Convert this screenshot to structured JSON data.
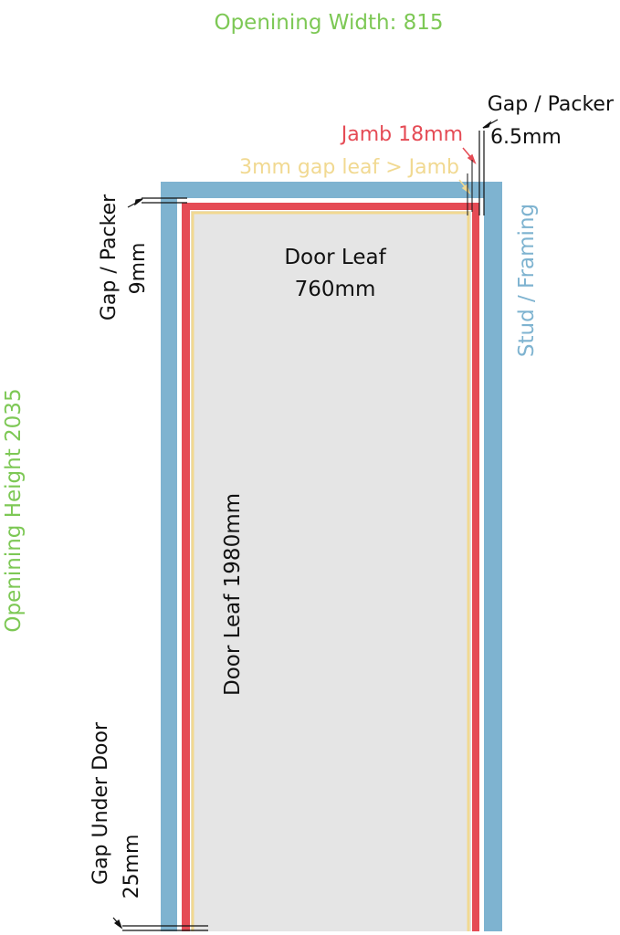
{
  "colors": {
    "opening": "#7dc855",
    "stud": "#7eb3d0",
    "jamb": "#e54b55",
    "gap_leaf": "#f1d991",
    "door": "#e5e5e5",
    "text": "#111111",
    "line": "#111111"
  },
  "opening": {
    "width_label": "Openining Width: 815",
    "height_label": "Openining Height 2035"
  },
  "stud": {
    "label": "Stud / Framing"
  },
  "jamb": {
    "label": "Jamb 18mm"
  },
  "gap_leaf": {
    "label": "3mm gap leaf > Jamb"
  },
  "gap_packer_right": {
    "line1": "Gap / Packer",
    "line2": "6.5mm"
  },
  "gap_packer_left": {
    "line1": "Gap / Packer",
    "line2": "9mm"
  },
  "door_leaf": {
    "width_line1": "Door Leaf",
    "width_line2": "760mm",
    "height_label": "Door Leaf 1980mm"
  },
  "gap_under": {
    "line1": "Gap Under Door",
    "line2": "25mm"
  }
}
